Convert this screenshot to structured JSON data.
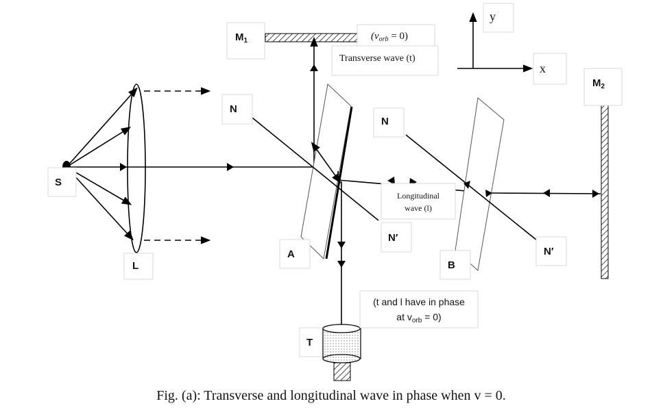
{
  "labels": {
    "source": "S",
    "lens": "L",
    "mirror1": "M",
    "mirror1_sub": "1",
    "mirror2": "M",
    "mirror2_sub": "2",
    "plate_a": "A",
    "plate_b": "B",
    "normal_a": "N",
    "normal_a_prime": "N′",
    "normal_b": "N",
    "normal_b_prime": "N′",
    "detector": "T"
  },
  "axes": {
    "x": "x",
    "y": "y"
  },
  "annotations": {
    "vorb": "(v",
    "vorb_sub": "orb",
    "vorb_rest": " = 0)",
    "transverse": "Transverse  wave (t)",
    "longitudinal_line1": "Longitudinal",
    "longitudinal_line2": "wave (l)",
    "phase_line1": "(t and l have in phase",
    "phase_line2_a": "at v",
    "phase_line2_sub": "orb",
    "phase_line2_b": " = 0)"
  },
  "caption": "Fig. (a): Transverse and longitudinal wave in phase when v = 0."
}
